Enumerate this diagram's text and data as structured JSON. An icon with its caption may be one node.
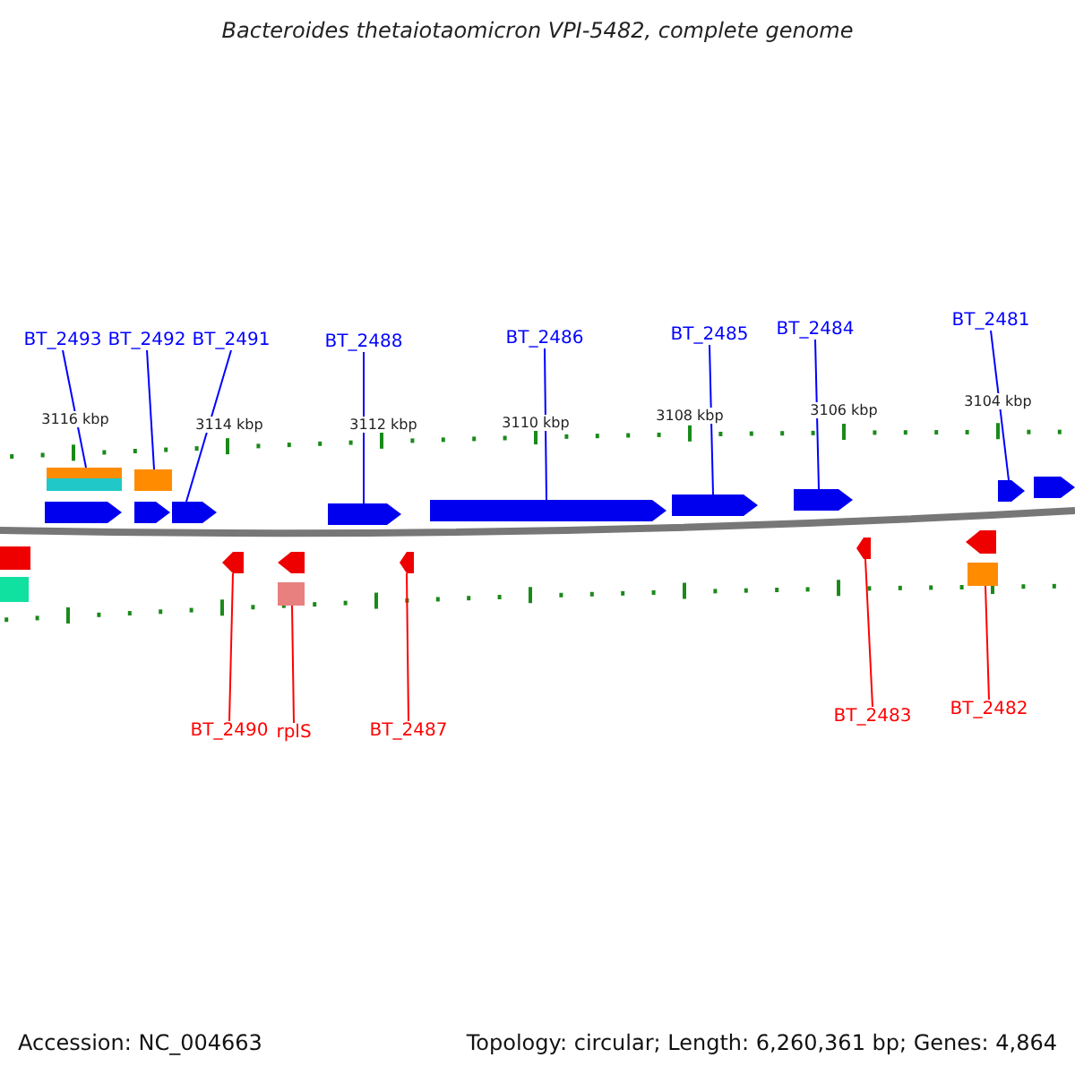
{
  "diagram": {
    "title": "Bacteroides thetaiotaomicron VPI-5482, complete genome",
    "nodes": [
      {
        "text": [
          "BT_2493"
        ]
      },
      {
        "text": [
          "BT_2492"
        ]
      },
      {
        "text": [
          "BT_2491"
        ]
      },
      {
        "text": [
          "BT_2488"
        ]
      },
      {
        "text": [
          "BT_2486"
        ]
      },
      {
        "text": [
          "BT_2485"
        ]
      },
      {
        "text": [
          "BT_2484"
        ]
      },
      {
        "text": [
          "BT_2481"
        ]
      },
      {
        "text": [
          "BT_2490"
        ]
      },
      {
        "text": [
          "rplS"
        ]
      },
      {
        "text": [
          "BT_2487"
        ]
      },
      {
        "text": [
          "BT_2483"
        ]
      },
      {
        "text": [
          "BT_2482"
        ]
      },
      {
        "text": [],
        "shape": "box"
      },
      {
        "text": [],
        "shape": "box"
      },
      {
        "text": [],
        "shape": "box"
      },
      {
        "text": [],
        "shape": "pentagon"
      },
      {
        "text": [],
        "shape": "pentagon"
      },
      {
        "text": [],
        "shape": "pentagon"
      },
      {
        "text": [],
        "shape": "pentagon"
      },
      {
        "text": [],
        "shape": "pentagon"
      },
      {
        "text": [],
        "shape": "pentagon"
      },
      {
        "text": [],
        "shape": "pentagon"
      },
      {
        "text": [],
        "shape": "pentagon"
      },
      {
        "text": [],
        "shape": "pentagon"
      },
      {
        "text": [],
        "shape": "box"
      },
      {
        "text": [],
        "shape": "box"
      },
      {
        "text": [],
        "shape": "pentagon"
      },
      {
        "text": [],
        "shape": "pentagon"
      },
      {
        "text": [],
        "shape": "box"
      },
      {
        "text": [],
        "shape": "pentagon"
      },
      {
        "text": [],
        "shape": "pentagon"
      },
      {
        "text": [],
        "shape": "pentagon"
      },
      {
        "text": [],
        "shape": "box"
      }
    ],
    "edges": [
      {
        "from": 0,
        "to": 13,
        "arrow": "none",
        "color": "#0000ff"
      },
      {
        "from": 1,
        "to": 15,
        "arrow": "none",
        "color": "#0000ff"
      },
      {
        "from": 2,
        "to": 18,
        "arrow": "none",
        "color": "#0000ff"
      },
      {
        "from": 3,
        "to": 19,
        "arrow": "none",
        "color": "#0000ff"
      },
      {
        "from": 4,
        "to": 20,
        "arrow": "none",
        "color": "#0000ff"
      },
      {
        "from": 5,
        "to": 21,
        "arrow": "none",
        "color": "#0000ff"
      },
      {
        "from": 6,
        "to": 22,
        "arrow": "none",
        "color": "#0000ff"
      },
      {
        "from": 7,
        "to": 23,
        "arrow": "none",
        "color": "#0000ff"
      },
      {
        "from": 8,
        "to": 27,
        "arrow": "none",
        "color": "#ff0000"
      },
      {
        "from": 9,
        "to": 29,
        "arrow": "none",
        "color": "#ff0000"
      },
      {
        "from": 10,
        "to": 30,
        "arrow": "none",
        "color": "#ff0000"
      },
      {
        "from": 11,
        "to": 31,
        "arrow": "none",
        "color": "#ff0000"
      },
      {
        "from": 12,
        "to": 33,
        "arrow": "none",
        "color": "#ff0000"
      }
    ],
    "labels": [
      "3116 kbp",
      "3114 kbp",
      "3112 kbp",
      "3110 kbp",
      "3108 kbp",
      "3106 kbp",
      "3104 kbp",
      "Accession: NC_004663",
      "Topology: circular; Length: 6,260,361 bp; Genes: 4,864"
    ]
  }
}
